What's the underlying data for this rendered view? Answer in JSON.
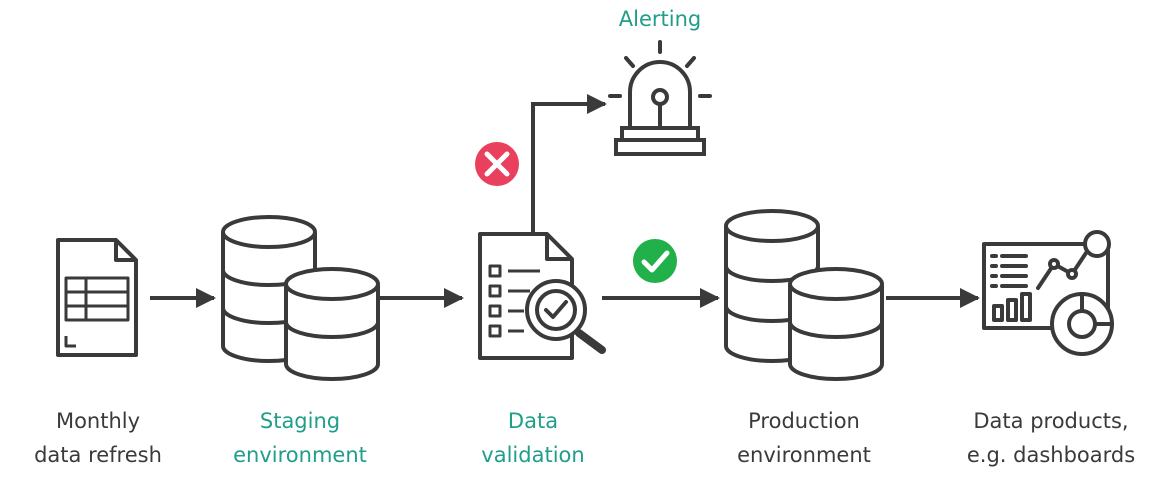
{
  "labels": {
    "monthly": [
      "Monthly",
      "data refresh"
    ],
    "staging": [
      "Staging",
      "environment"
    ],
    "validation": [
      "Data",
      "validation"
    ],
    "production": [
      "Production",
      "environment"
    ],
    "products": [
      "Data products,",
      "e.g. dashboards"
    ],
    "alerting": "Alerting"
  },
  "colors": {
    "accent": "#1f9e8a",
    "stroke": "#3a3a3a",
    "fail": "#e8405d",
    "pass": "#22b04b"
  },
  "icons": {
    "fail": "x-circle-icon",
    "pass": "check-circle-icon"
  }
}
